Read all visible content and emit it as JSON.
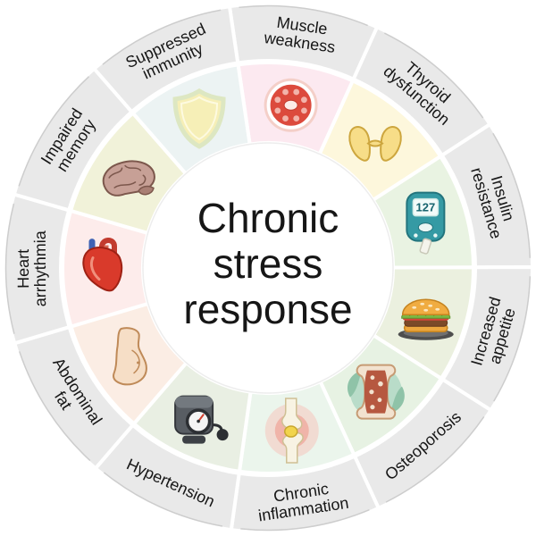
{
  "title": "Chronic stress response",
  "center": {
    "lines": [
      "Chronic",
      "stress",
      "response"
    ]
  },
  "colors": {
    "background": "#ffffff",
    "band_fill": "#e9e9e9",
    "band_edge": "#cdcdcd",
    "separator": "#ffffff",
    "text": "#161616"
  },
  "segments": [
    {
      "id": "muscle-weakness",
      "label": "Muscle weakness",
      "lines": [
        "Muscle",
        "weakness"
      ],
      "color": "#fce9f0",
      "icon": "muscle-icon"
    },
    {
      "id": "thyroid-dysfunction",
      "label": "Thyroid dysfunction",
      "lines": [
        "Thyroid",
        "dysfunction"
      ],
      "color": "#fdf7dc",
      "icon": "thyroid-icon"
    },
    {
      "id": "insulin-resistance",
      "label": "Insulin resistance",
      "lines": [
        "Insulin",
        "resistance"
      ],
      "color": "#e9f3e2",
      "icon": "glucometer-icon",
      "icon_text": "127"
    },
    {
      "id": "increased-appetite",
      "label": "Increased appetite",
      "lines": [
        "Increased",
        "appetite"
      ],
      "color": "#ebf0df",
      "icon": "burger-icon"
    },
    {
      "id": "osteoporosis",
      "label": "Osteoporosis",
      "lines": [
        "Osteoporosis"
      ],
      "color": "#e7f2e3",
      "icon": "bone-icon"
    },
    {
      "id": "chronic-inflammation",
      "label": "Chronic inflammation",
      "lines": [
        "Chronic",
        "inflammation"
      ],
      "color": "#ebf5ec",
      "icon": "knee-icon"
    },
    {
      "id": "hypertension",
      "label": "Hypertension",
      "lines": [
        "Hypertension"
      ],
      "color": "#e9efe3",
      "icon": "bp-monitor-icon"
    },
    {
      "id": "abdominal-fat",
      "label": "Abdominal fat",
      "lines": [
        "Abdominal",
        "fat"
      ],
      "color": "#fbede4",
      "icon": "torso-icon"
    },
    {
      "id": "heart-arrhythmia",
      "label": "Heart arrhythmia",
      "lines": [
        "Heart",
        "arrhythmia"
      ],
      "color": "#fdeceb",
      "icon": "heart-icon"
    },
    {
      "id": "impaired-memory",
      "label": "Impaired memory",
      "lines": [
        "Impaired",
        "memory"
      ],
      "color": "#f1f2d9",
      "icon": "brain-icon"
    },
    {
      "id": "suppressed-immunity",
      "label": "Suppressed immunity",
      "lines": [
        "Suppressed",
        "immunity"
      ],
      "color": "#ecf3f3",
      "icon": "shield-icon"
    }
  ]
}
